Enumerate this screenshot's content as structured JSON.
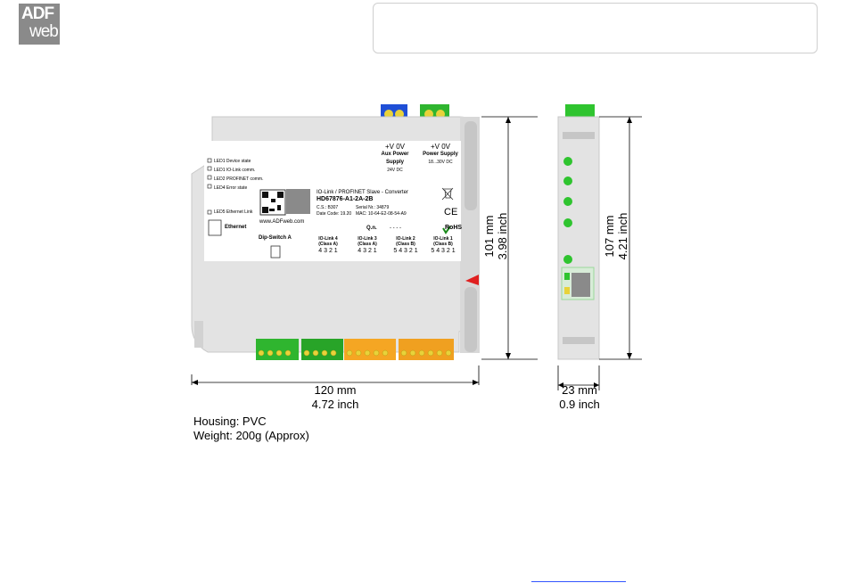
{
  "logo": {
    "line1": "ADF",
    "line2": "web"
  },
  "front_view": {
    "aux_supply": {
      "terminals": "+V  0V",
      "name": "Aux Power Supply",
      "voltage": "24V DC"
    },
    "power_supply": {
      "terminals": "+V  0V",
      "name": "Power Supply",
      "voltage": "18...30V DC"
    },
    "leds": [
      "LED1 Device state",
      "LED1 IO-Link comm.",
      "LED2 PROFINET comm.",
      "LED4 Error state",
      "LED5 Ethernet Link"
    ],
    "ethernet_label": "Ethernet",
    "product_title": "IO-Link / PROFINET Slave - Converter",
    "product_code": "HD67876-A1-2A-2B",
    "cs": "C.S.: B307",
    "date_code": "Date Code: 19.20",
    "serial": "Serial Nr.: 34879",
    "mac": "MAC: 10-64-E2-08-54-A9",
    "website": "www.ADFweb.com",
    "qn": "Q.n.",
    "qn_dashes": "- - - -",
    "rohs": "RoHS",
    "ce": "CE",
    "dip_switch": "Dip-Switch A",
    "io_links": [
      {
        "name": "IO-Link 4",
        "class": "(Class A)",
        "pins": "4 3 2 1"
      },
      {
        "name": "IO-Link 3",
        "class": "(Class A)",
        "pins": "4 3 2 1"
      },
      {
        "name": "IO-Link 2",
        "class": "(Class B)",
        "pins": "5 4 3 2 1"
      },
      {
        "name": "IO-Link 1",
        "class": "(Class B)",
        "pins": "5 4 3 2 1"
      }
    ]
  },
  "dimensions": {
    "width": {
      "mm": "120 mm",
      "inch": "4.72 inch"
    },
    "height_front": {
      "mm": "101 mm",
      "inch": "3.98 inch"
    },
    "height_side": {
      "mm": "107 mm",
      "inch": "4.21 inch"
    },
    "depth": {
      "mm": "23 mm",
      "inch": "0.9 inch"
    }
  },
  "specs": {
    "housing": "Housing: PVC",
    "weight": "Weight: 200g (Approx)"
  },
  "colors": {
    "housing": "#e3e3e3",
    "blue_terminal": "#1f4fd6",
    "green_terminal": "#2fb52f",
    "orange_terminal": "#f5a623",
    "led_green": "#2fc42f"
  }
}
